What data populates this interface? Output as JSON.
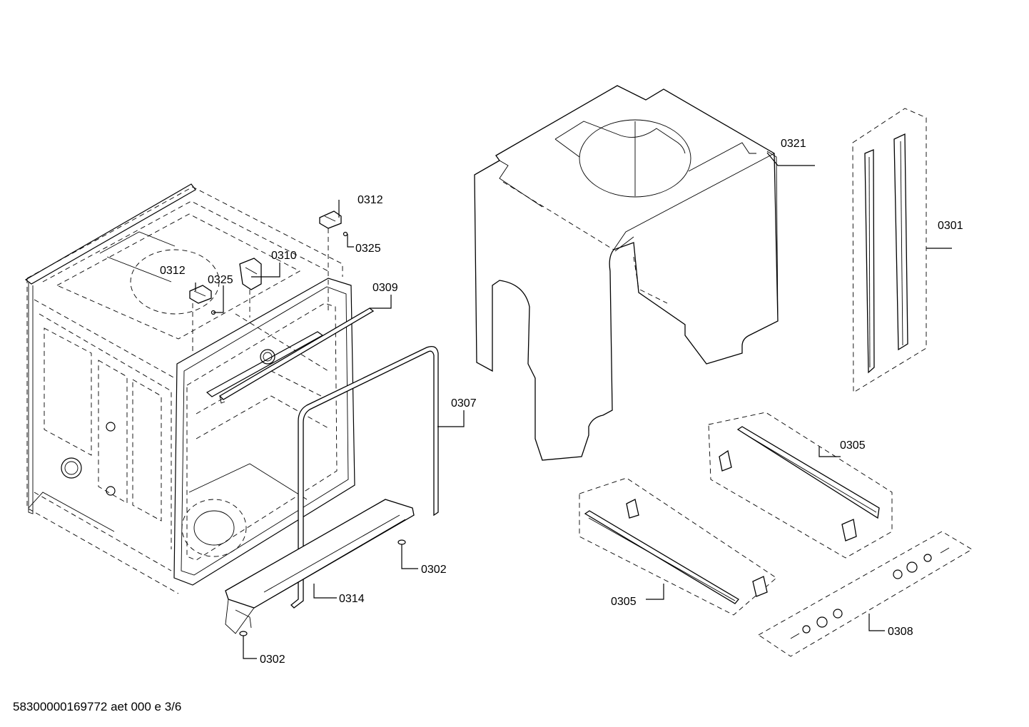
{
  "labels": {
    "l0321": "0321",
    "l0301": "0301",
    "l0312a": "0312",
    "l0325a": "0325",
    "l0310": "0310",
    "l0312b": "0312",
    "l0325b": "0325",
    "l0309": "0309",
    "l0307": "0307",
    "l0305a": "0305",
    "l0305b": "0305",
    "l0302a": "0302",
    "l0314": "0314",
    "l0302b": "0302",
    "l0308": "0308"
  },
  "footer": "58300000169772 aet 000 e 3/6",
  "colors": {
    "line": "#000000",
    "background": "#ffffff"
  }
}
